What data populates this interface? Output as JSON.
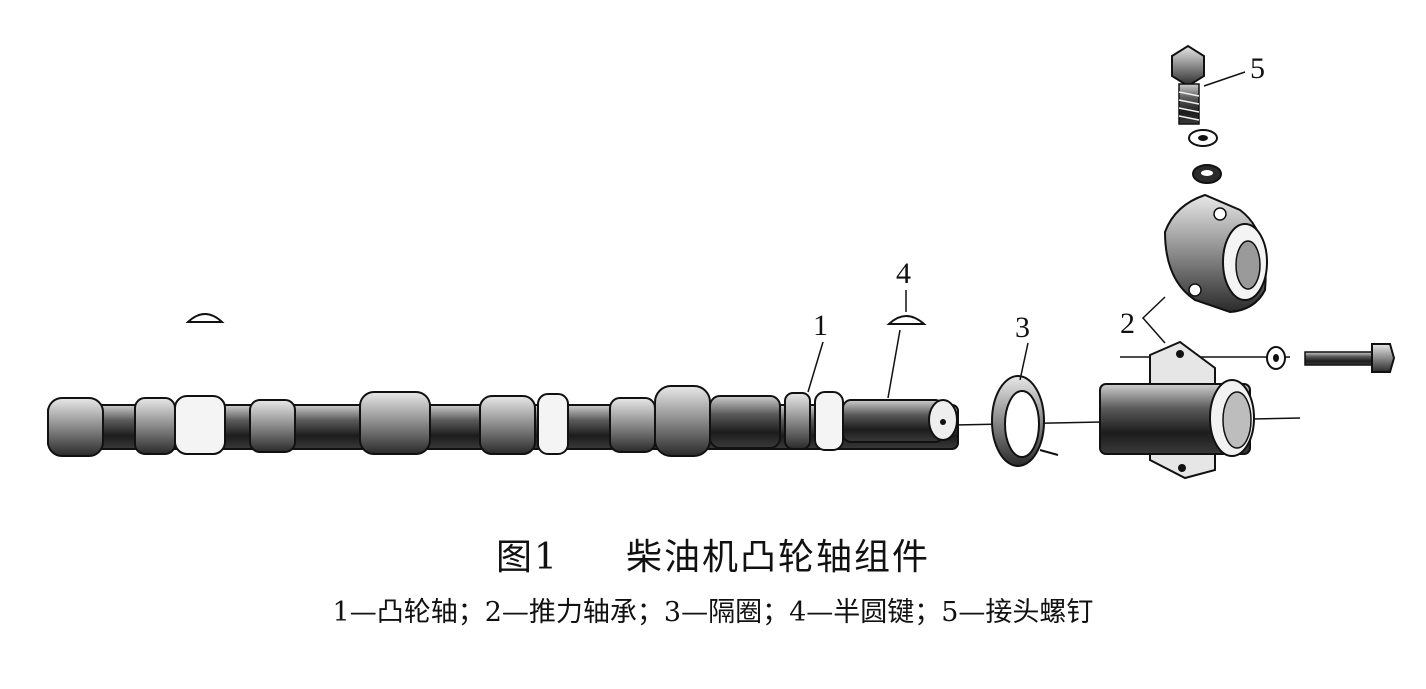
{
  "figure": {
    "callouts": {
      "camshaft": "1",
      "thrust_bearing": "2",
      "spacer_ring": "3",
      "half_round_key": "4",
      "connector_bolt": "5"
    },
    "caption_title": "图1     柴油机凸轮轴组件",
    "caption_legend": "1—凸轮轴；2—推力轴承；3—隔圈；4—半圆键；5—接头螺钉"
  }
}
